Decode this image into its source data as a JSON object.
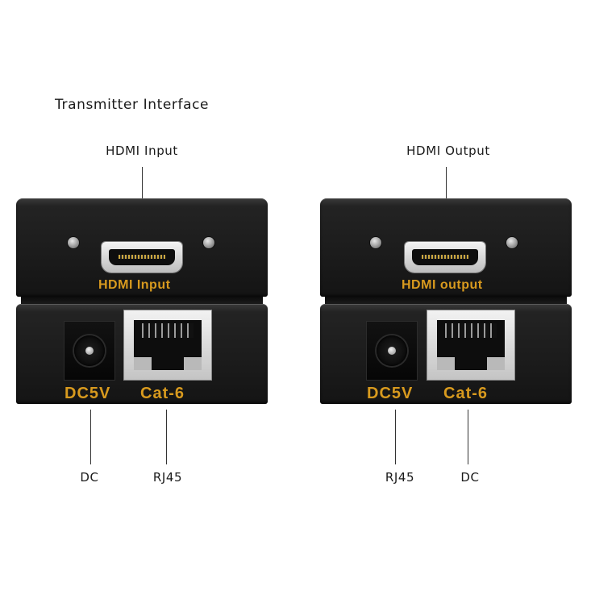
{
  "title": "Transmitter Interface",
  "left_unit": {
    "top_callout": "HDMI Input",
    "hdmi_port_label": "HDMI  Input",
    "dc_port_label": "DC5V",
    "rj45_port_label": "Cat-6",
    "bottom_callout_left": "DC",
    "bottom_callout_right": "RJ45"
  },
  "right_unit": {
    "top_callout": "HDMI Output",
    "hdmi_port_label": "HDMI output",
    "dc_port_label": "DC5V",
    "rj45_port_label": "Cat-6",
    "bottom_callout_left": "RJ45",
    "bottom_callout_right": "DC"
  },
  "colors": {
    "port_label": "#d89a1e",
    "chassis": "#1b1b1b",
    "text": "#1a1a1a"
  }
}
